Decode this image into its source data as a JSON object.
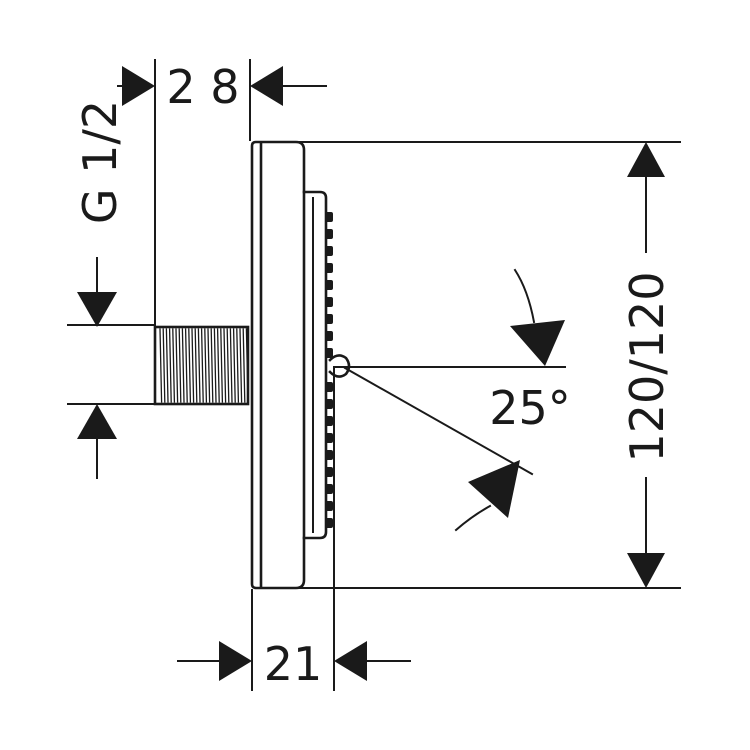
{
  "drawing": {
    "type": "technical-dimension-drawing",
    "dimensions": {
      "thread": "G 1/2",
      "overall_depth": "2 8",
      "body_depth": "21",
      "diameter": "120/120",
      "tilt_angle": "25°"
    },
    "colors": {
      "line": "#1a1a1a",
      "background": "#ffffff"
    }
  }
}
